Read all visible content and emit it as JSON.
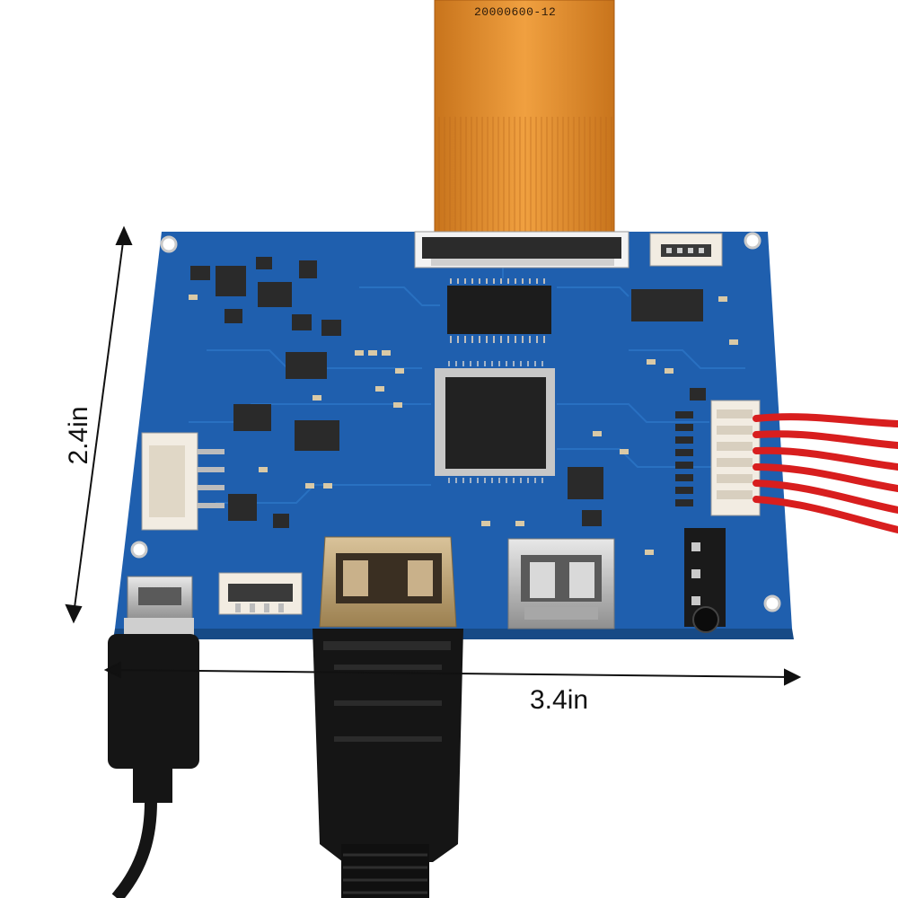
{
  "image": {
    "fpc_marking": "20000600-12",
    "dimensions": {
      "width_label": "3.4in",
      "height_label": "2.4in"
    },
    "colors": {
      "pcb": "#1f5fae",
      "pcb_dark": "#184c8e",
      "fpc": "#e08a2a",
      "wires": "#d81e1e",
      "cable": "#141414",
      "metal": "#b9b9b9",
      "connector": "#f2ece2"
    }
  }
}
